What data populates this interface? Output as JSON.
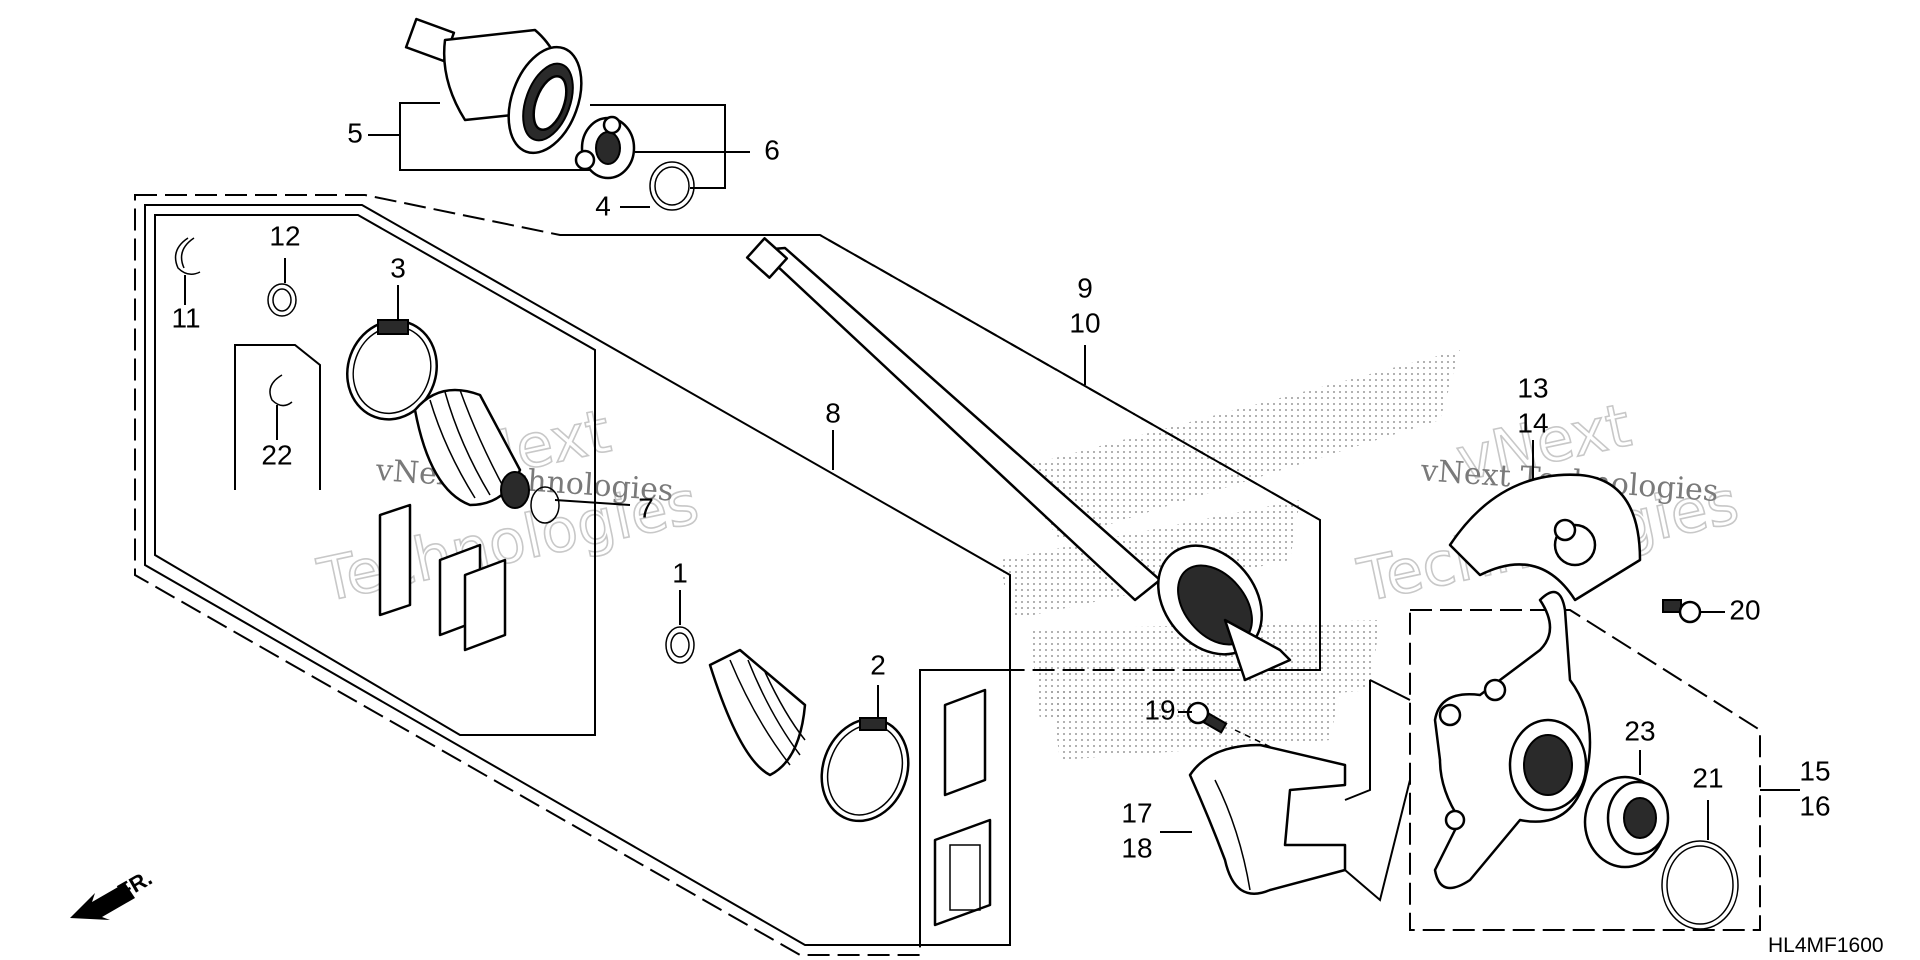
{
  "diagram": {
    "part_labels": [
      {
        "id": "p5",
        "text": "5"
      },
      {
        "id": "p6",
        "text": "6"
      },
      {
        "id": "p4",
        "text": "4"
      },
      {
        "id": "p11",
        "text": "11"
      },
      {
        "id": "p12",
        "text": "12"
      },
      {
        "id": "p3",
        "text": "3"
      },
      {
        "id": "p22",
        "text": "22"
      },
      {
        "id": "p7",
        "text": "7"
      },
      {
        "id": "p9",
        "text": "9"
      },
      {
        "id": "p10",
        "text": "10"
      },
      {
        "id": "p8",
        "text": "8"
      },
      {
        "id": "p1",
        "text": "1"
      },
      {
        "id": "p2",
        "text": "2"
      },
      {
        "id": "p13",
        "text": "13"
      },
      {
        "id": "p14",
        "text": "14"
      },
      {
        "id": "p20",
        "text": "20"
      },
      {
        "id": "p19",
        "text": "19"
      },
      {
        "id": "p17",
        "text": "17"
      },
      {
        "id": "p18",
        "text": "18"
      },
      {
        "id": "p23",
        "text": "23"
      },
      {
        "id": "p21",
        "text": "21"
      },
      {
        "id": "p15",
        "text": "15"
      },
      {
        "id": "p16",
        "text": "16"
      }
    ],
    "front_indicator": "FR.",
    "diagram_code": "HL4MF1600",
    "watermark_lines": [
      "vNext",
      "Technologies",
      "vNext Technologies"
    ]
  }
}
